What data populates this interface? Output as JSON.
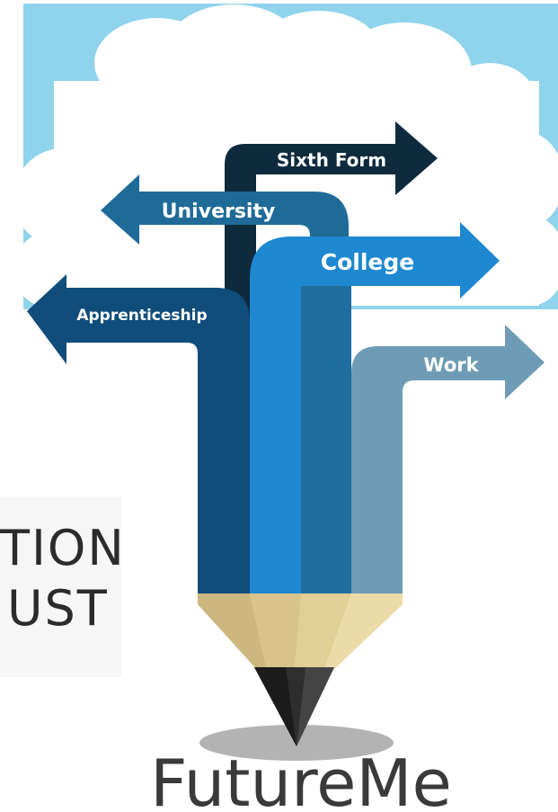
{
  "title": "FutureMe",
  "partner_fragment": {
    "line1": "TION",
    "line2": "UST"
  },
  "pathways": [
    {
      "label": "Sixth Form",
      "direction": "right",
      "color": "#0e2a3d"
    },
    {
      "label": "University",
      "direction": "left",
      "color": "#1f6b97"
    },
    {
      "label": "College",
      "direction": "right",
      "color": "#1e88d0"
    },
    {
      "label": "Apprenticeship",
      "direction": "left",
      "color": "#114d7a"
    },
    {
      "label": "Work",
      "direction": "right",
      "color": "#6e9cb6"
    }
  ],
  "colors": {
    "sky": "#8fd3ec",
    "cloud": "#ffffff",
    "wood": "#e2cf96",
    "lead": "#2e2e2e"
  }
}
